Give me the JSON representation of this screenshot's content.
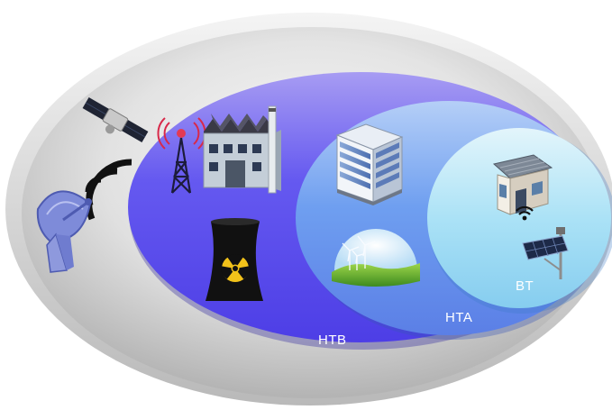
{
  "zones": {
    "htb": {
      "label": "HTB"
    },
    "hta": {
      "label": "HTA"
    },
    "bt": {
      "label": "BT"
    }
  },
  "icons": {
    "outer": [
      "satellite-icon",
      "wireless-signal-icon",
      "satellite-dish-icon"
    ],
    "htb": [
      "radio-tower-icon",
      "factory-icon",
      "nuclear-cooling-tower-icon"
    ],
    "hta": [
      "office-building-icon",
      "wind-farm-icon"
    ],
    "bt": [
      "smart-house-icon",
      "solar-panel-icon"
    ]
  },
  "colors": {
    "outer_ring": "#c9c9c9",
    "htb": "#5b4ff0",
    "hta": "#6f9ff0",
    "bt": "#a6e1f6",
    "label": "#ffffff"
  }
}
